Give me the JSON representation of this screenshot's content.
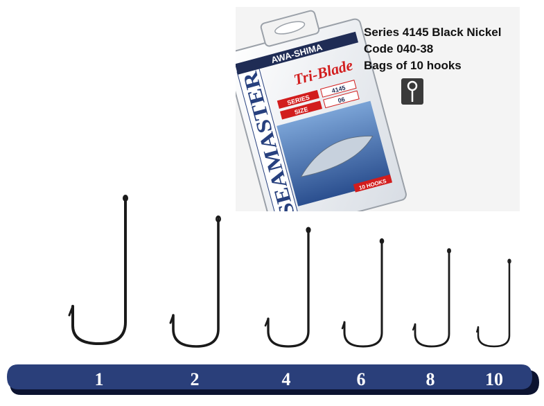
{
  "product": {
    "specs": [
      "Series 4145 Black Nickel",
      "Code 040-38",
      "Bags of 10 hooks"
    ],
    "icon": "ringed-eye-icon"
  },
  "packet": {
    "brand": "AWA-SHIMA",
    "product_name": "SEAMASTER",
    "script_logo": "Tri-Blade",
    "series_label": "SERIES",
    "series_value": "4145",
    "size_label": "SIZE",
    "size_value": "06",
    "count_badge": "10 HOOKS"
  },
  "sizes": [
    "1",
    "2",
    "4",
    "6",
    "8",
    "10"
  ],
  "colors": {
    "bar": "#2a3f7a",
    "bar_shadow": "#0c1330",
    "hook": "#1a1a1a"
  }
}
